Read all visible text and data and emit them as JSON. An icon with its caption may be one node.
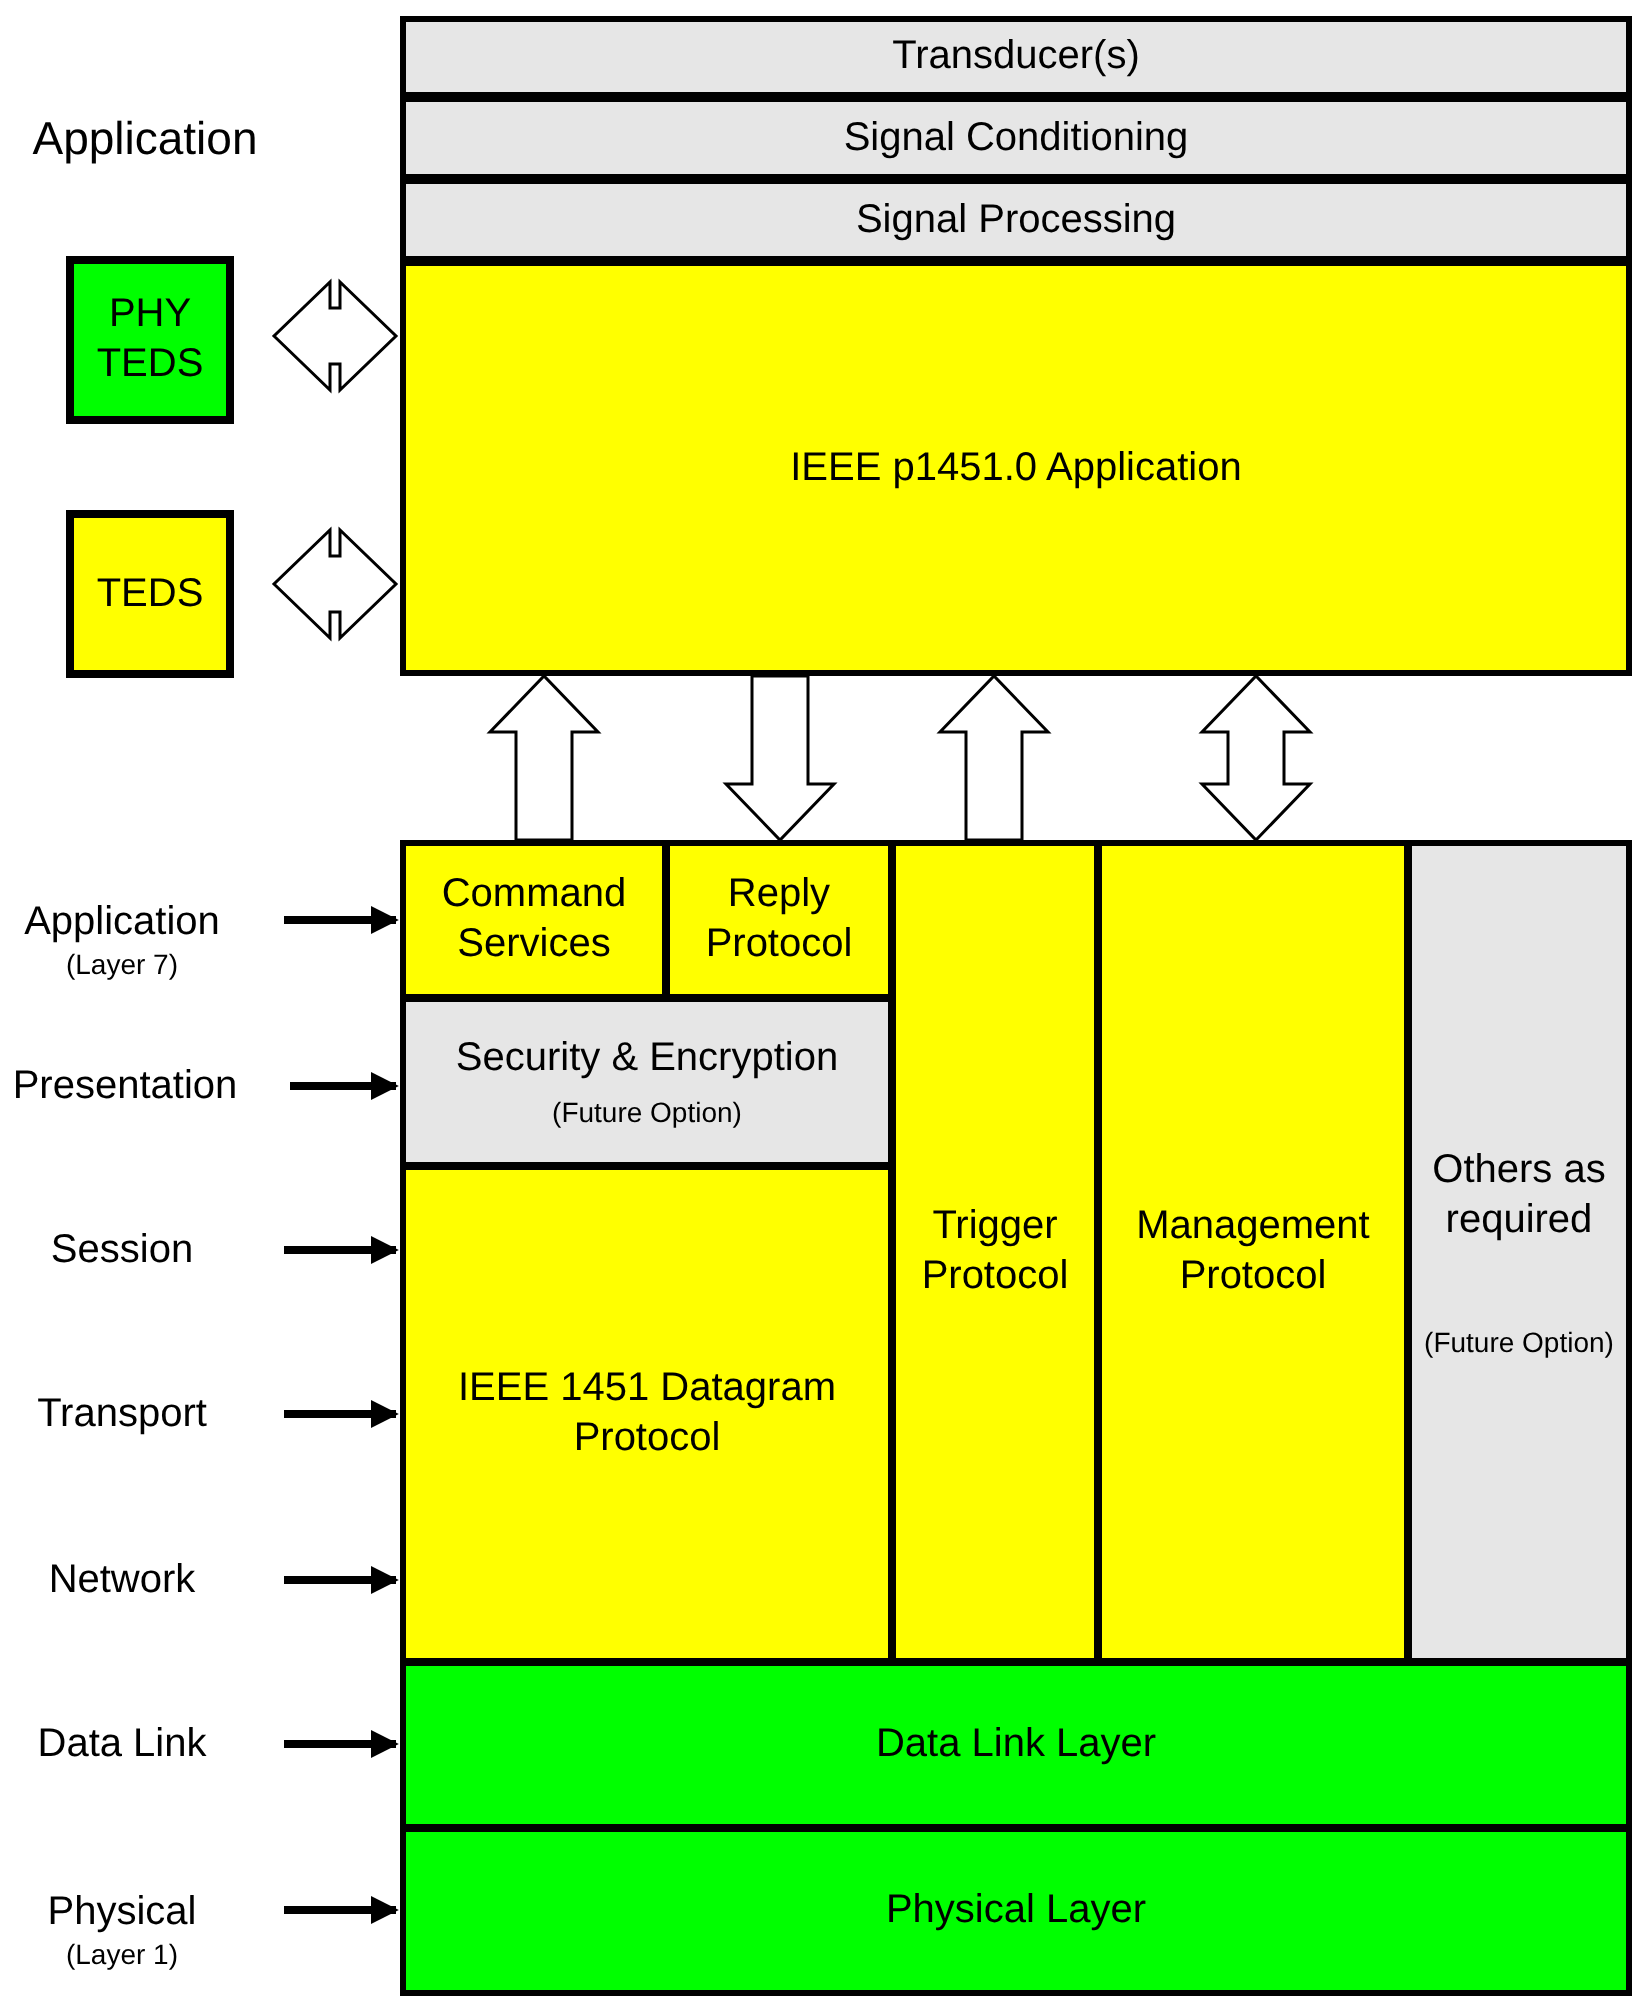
{
  "diagram": {
    "nodes": [
      {
        "text": [
          "Transducer(s)"
        ]
      },
      {
        "text": [
          "Signal Conditioning"
        ]
      },
      {
        "text": [
          "Signal Processing"
        ]
      },
      {
        "text": [
          "IEEE p1451.0 Application"
        ]
      },
      {
        "text": [
          "PHY TEDS"
        ]
      },
      {
        "text": [
          "TEDS"
        ]
      },
      {
        "text": [
          "Command Services"
        ]
      },
      {
        "text": [
          "Reply Protocol"
        ]
      },
      {
        "text": [
          "Security & Encryption",
          "(Future Option)"
        ]
      },
      {
        "text": [
          "Trigger Protocol"
        ]
      },
      {
        "text": [
          "Management Protocol"
        ]
      },
      {
        "text": [
          "Others as required",
          "(Future Option)"
        ]
      },
      {
        "text": [
          "IEEE 1451 Datagram Protocol"
        ]
      },
      {
        "text": [
          "Data Link Layer"
        ]
      },
      {
        "text": [
          "Physical Layer"
        ]
      },
      {
        "text": [
          "Application",
          "(Layer 7)"
        ]
      },
      {
        "text": [
          "Presentation"
        ]
      },
      {
        "text": [
          "Session"
        ]
      },
      {
        "text": [
          "Transport"
        ]
      },
      {
        "text": [
          "Network"
        ]
      },
      {
        "text": [
          "Data Link"
        ]
      },
      {
        "text": [
          "Physical",
          "(Layer 1)"
        ]
      }
    ],
    "edges": [
      {
        "from": 4,
        "to": 3,
        "arrow": "both"
      },
      {
        "from": 5,
        "to": 3,
        "arrow": "both"
      },
      {
        "from": 6,
        "to": 3,
        "arrow": "to"
      },
      {
        "from": 3,
        "to": 7,
        "arrow": "to"
      },
      {
        "from": 9,
        "to": 3,
        "arrow": "to"
      },
      {
        "from": 10,
        "to": 3,
        "arrow": "both"
      },
      {
        "from": 15,
        "to": 6,
        "arrow": "to"
      },
      {
        "from": 16,
        "to": 8,
        "arrow": "to"
      },
      {
        "from": 17,
        "to": 12,
        "arrow": "to"
      },
      {
        "from": 18,
        "to": 12,
        "arrow": "to"
      },
      {
        "from": 19,
        "to": 12,
        "arrow": "to"
      },
      {
        "from": 20,
        "to": 13,
        "arrow": "to"
      },
      {
        "from": 21,
        "to": 14,
        "arrow": "to"
      }
    ],
    "labels": [
      "Application"
    ]
  }
}
